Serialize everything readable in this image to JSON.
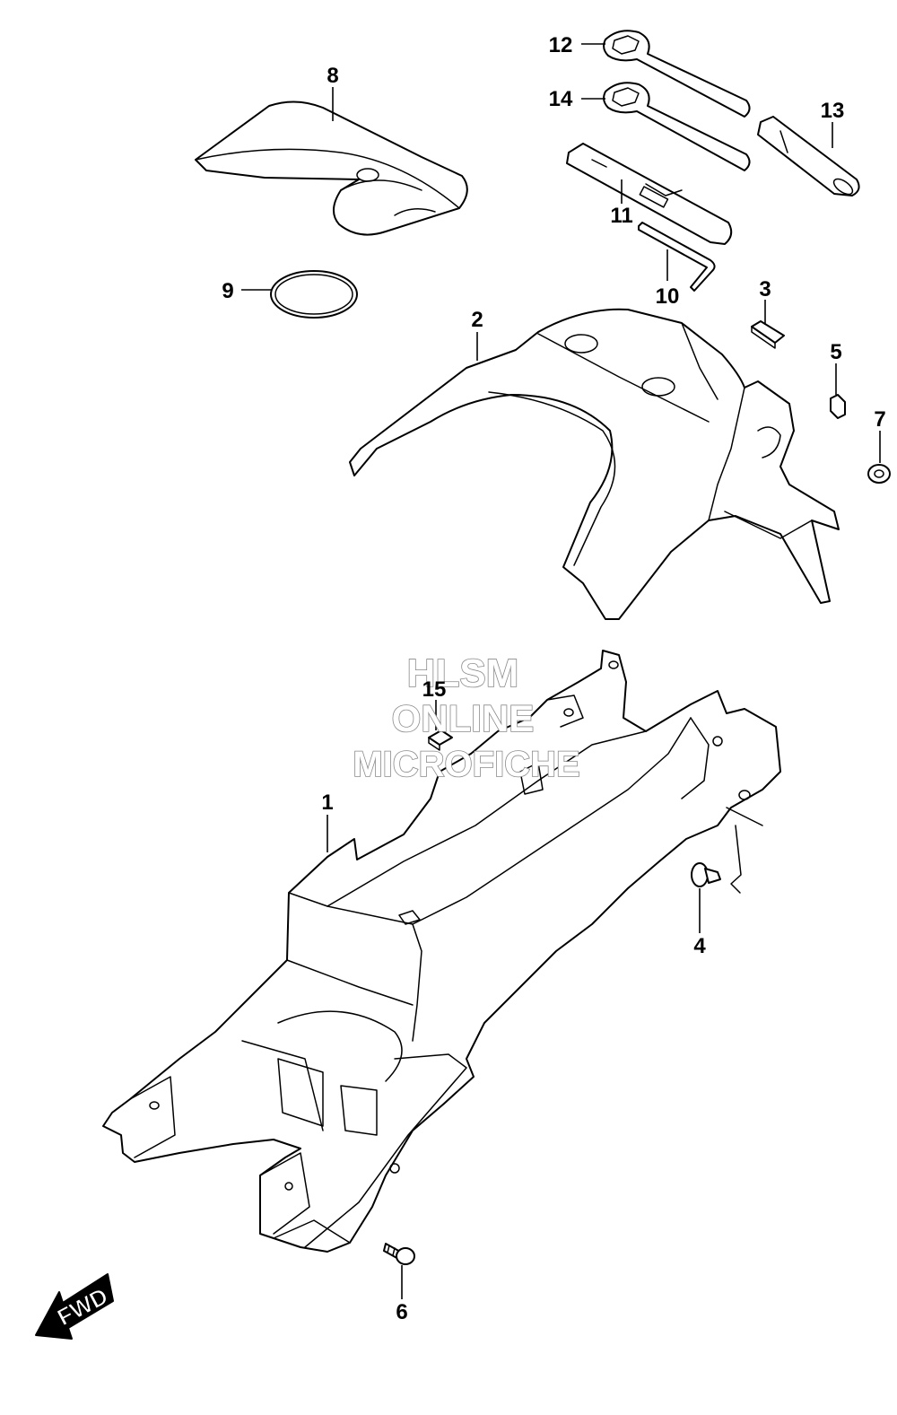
{
  "callouts": [
    {
      "id": "1",
      "label": "1"
    },
    {
      "id": "2",
      "label": "2"
    },
    {
      "id": "3",
      "label": "3"
    },
    {
      "id": "4",
      "label": "4"
    },
    {
      "id": "5",
      "label": "5"
    },
    {
      "id": "6",
      "label": "6"
    },
    {
      "id": "7",
      "label": "7"
    },
    {
      "id": "8",
      "label": "8"
    },
    {
      "id": "9",
      "label": "9"
    },
    {
      "id": "10",
      "label": "10"
    },
    {
      "id": "11",
      "label": "11"
    },
    {
      "id": "12",
      "label": "12"
    },
    {
      "id": "13",
      "label": "13"
    },
    {
      "id": "14",
      "label": "14"
    },
    {
      "id": "15",
      "label": "15"
    }
  ],
  "watermark": {
    "line1": "HLSM",
    "line2": "ONLINE",
    "line3": "MICROFICHE"
  },
  "fwd_label": "FWD"
}
